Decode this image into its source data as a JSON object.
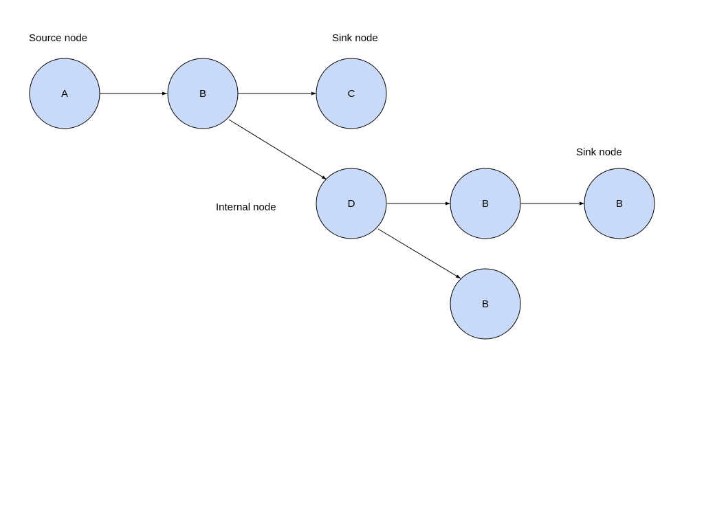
{
  "colors": {
    "node_fill": "#c9daf8",
    "node_stroke": "#000000",
    "edge": "#000000",
    "background": "#ffffff"
  },
  "annotations": {
    "source": "Source node",
    "sink_top": "Sink node",
    "sink_right": "Sink node",
    "internal": "Internal node"
  },
  "nodes": {
    "a": "A",
    "b1": "B",
    "c": "C",
    "d": "D",
    "b2": "B",
    "b3": "B",
    "b4": "B"
  },
  "edges": [
    {
      "from": "A",
      "to": "B"
    },
    {
      "from": "B",
      "to": "C"
    },
    {
      "from": "B",
      "to": "D"
    },
    {
      "from": "D",
      "to": "B"
    },
    {
      "from": "B",
      "to": "B"
    },
    {
      "from": "D",
      "to": "B"
    }
  ]
}
